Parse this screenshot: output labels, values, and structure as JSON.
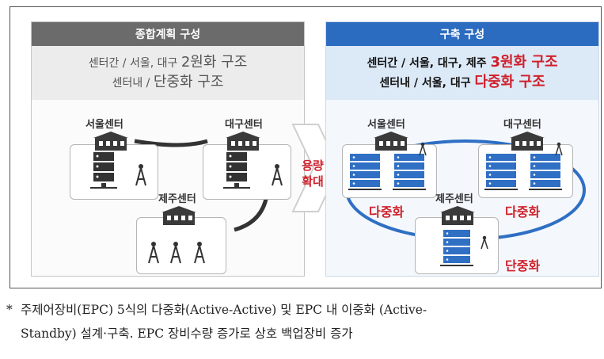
{
  "left_panel": {
    "title": "종합계획 구성",
    "line1_prefix": "센터간 / 서울, 대구 ",
    "line1_big": "2원화 구조",
    "line2_prefix": "센터내  / ",
    "line2_big": "단중화 구조",
    "nodes": {
      "seoul": "서울센터",
      "daegu": "대구센터",
      "jeju": "제주센터"
    }
  },
  "right_panel": {
    "title": "구축 구성",
    "line1_prefix": "센터간 / 서울, 대구, 제주 ",
    "line1_red": "3원화 구조",
    "line2_prefix": "센터내 / 서울, 대구 ",
    "line2_red": "다중화 구조",
    "nodes": {
      "seoul": "서울센터",
      "daegu": "대구센터",
      "jeju": "제주센터"
    },
    "labels": {
      "seoul_multi": "다중화",
      "daegu_multi": "다중화",
      "jeju_single": "단중화"
    }
  },
  "arrow": {
    "line1": "용량",
    "line2": "확대"
  },
  "footnote": {
    "star": "*",
    "line1": "주제어장비(EPC) 5식의 다중화(Active-Active) 및 EPC 내 이중화 (Active-",
    "line2": "Standby) 설계·구축. EPC 장비수량 증가로 상호 백업장비 증가"
  },
  "colors": {
    "accent_red": "#d01f2a",
    "accent_blue": "#2b6cc0",
    "ring_blue": "#2f6fc4",
    "gray_head": "#6b6b6b"
  }
}
